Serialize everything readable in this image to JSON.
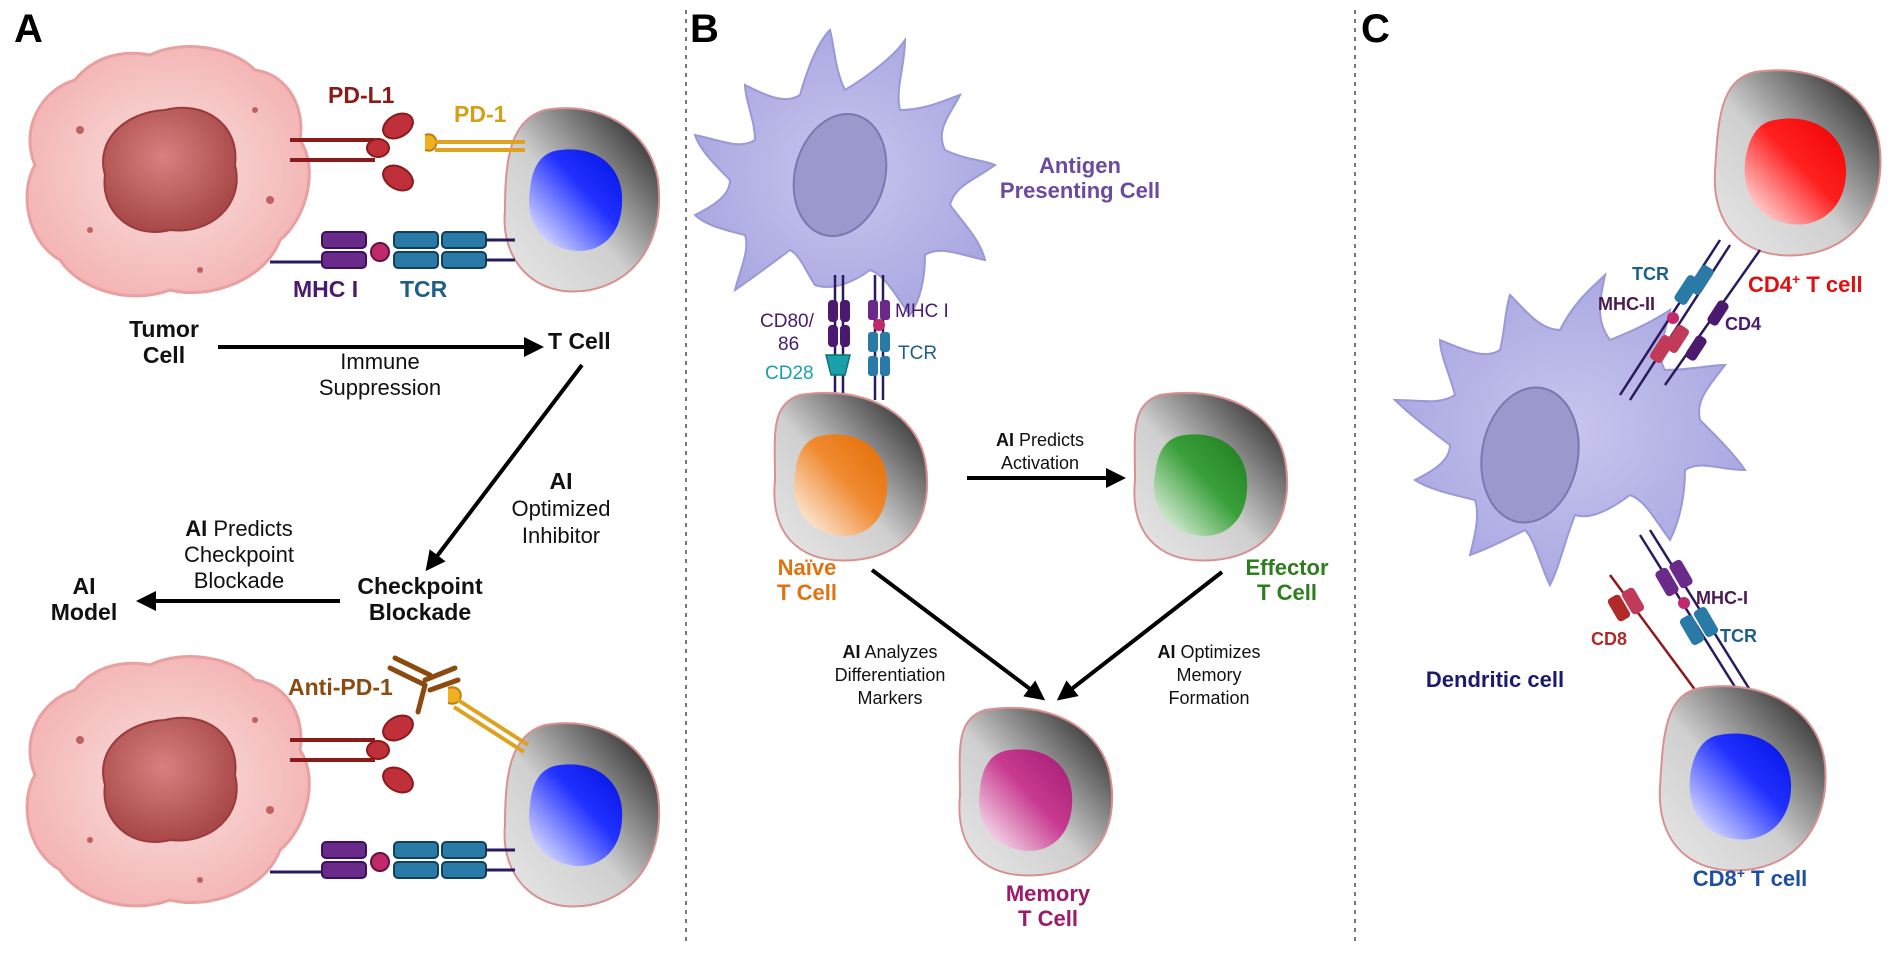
{
  "panels": {
    "a": {
      "letter": "A",
      "pd_l1": "PD-L1",
      "pd_1": "PD-1",
      "mhc_i": "MHC I",
      "tcr": "TCR",
      "tumor_cell": [
        "Tumor",
        "Cell"
      ],
      "t_cell": "T Cell",
      "immune_suppression": [
        "Immune",
        "Suppression"
      ],
      "ai_optimized_inhibitor": [
        "AI",
        "Optimized",
        "Inhibitor"
      ],
      "ai_predicts_blockade": {
        "bold": "AI",
        "rest": "Predicts",
        "lines": [
          "Checkpoint",
          "Blockade"
        ]
      },
      "checkpoint_blockade": [
        "Checkpoint",
        "Blockade"
      ],
      "ai_model": [
        "AI",
        "Model"
      ],
      "anti_pd_1": "Anti-PD-1"
    },
    "b": {
      "letter": "B",
      "apc": [
        "Antigen",
        "Presenting Cell"
      ],
      "cd80_86": [
        "CD80/",
        "86"
      ],
      "cd28": "CD28",
      "mhc_i": "MHC I",
      "tcr": "TCR",
      "ai_predicts_activation": {
        "bold": "AI",
        "rest": "Predicts",
        "line2": "Activation"
      },
      "naive_t_cell": [
        "Naïve",
        "T Cell"
      ],
      "effector_t_cell": [
        "Effector",
        "T Cell"
      ],
      "ai_analyzes": {
        "bold": "AI",
        "rest": "Analyzes",
        "lines": [
          "Differentiation",
          "Markers"
        ]
      },
      "ai_optimizes": {
        "bold": "AI",
        "rest": "Optimizes",
        "lines": [
          "Memory",
          "Formation"
        ]
      },
      "memory_t_cell": [
        "Memory",
        "T Cell"
      ]
    },
    "c": {
      "letter": "C",
      "tcr_top": "TCR",
      "mhc_ii": "MHC-II",
      "cd4": "CD4",
      "cd4_t_cell": {
        "pre": "CD4",
        "sup": "+",
        "post": " T cell"
      },
      "mhc_i": "MHC-I",
      "cd8": "CD8",
      "tcr_bottom": "TCR",
      "dendritic_cell": "Dendritic cell",
      "cd8_t_cell": {
        "pre": "CD8",
        "sup": "+",
        "post": " T cell"
      }
    }
  },
  "colors": {
    "pd_l1": "#8b1a1a",
    "pd_1": "#d4a017",
    "mhc": "#4b1a6e",
    "tcr": "#1d5f8a",
    "apc": "#6b4aa0",
    "naive": "#e0720f",
    "effector": "#2e7d1e",
    "memory": "#9c1a6a",
    "cd28": "#1aa0a8",
    "anti_pd1": "#8b4a10",
    "cd4_t": "#e01010",
    "cd8_t": "#1f4fa0",
    "dendritic": "#1a1a6e",
    "mhc_ii": "#c23a5a",
    "cd8": "#b02a2a"
  }
}
